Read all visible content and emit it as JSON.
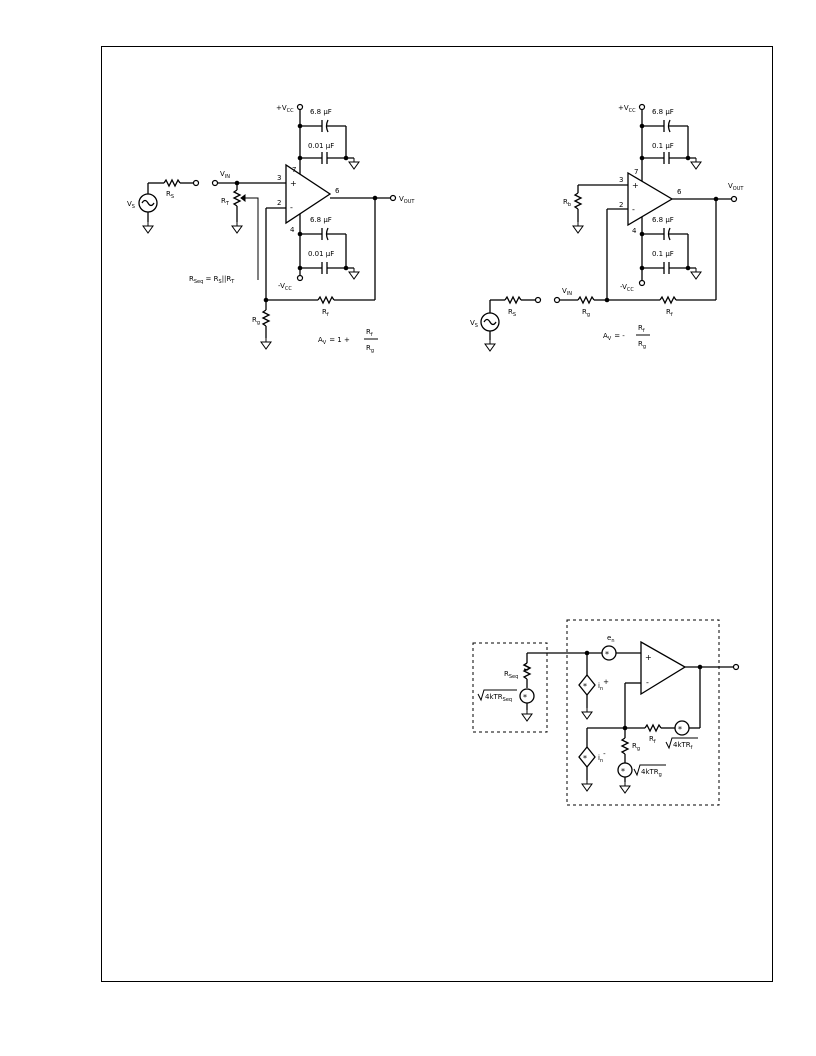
{
  "fig1": {
    "vcc_pos": "+V",
    "vcc_pos_sub": "CC",
    "vcc_neg": "-V",
    "vcc_neg_sub": "CC",
    "cap_top_large": "6.8 μF",
    "cap_top_small": "0.01 μF",
    "cap_bot_large": "6.8 μF",
    "cap_bot_small": "0.01 μF",
    "pin_vplus": "7",
    "pin_in_plus": "3",
    "pin_in_minus": "2",
    "pin_out": "6",
    "pin_vminus": "4",
    "plus_sign": "+",
    "minus_sign": "-",
    "vin": "V",
    "vin_sub": "IN",
    "vs": "V",
    "vs_sub": "S",
    "rs": "R",
    "rs_sub": "S",
    "rt": "R",
    "rt_sub": "T",
    "rseq_label": "R",
    "rseq_sub": "Seq",
    "rseq_eq": " = R",
    "rseq_eq_sub1": "S",
    "rseq_par": "||R",
    "rseq_eq_sub2": "T",
    "vout": "V",
    "vout_sub": "OUT",
    "rf": "R",
    "rf_sub": "f",
    "rg": "R",
    "rg_sub": "g",
    "gain_lhs": "A",
    "gain_lhs_sub": "V",
    "gain_eq": "= 1 +",
    "gain_num": "R",
    "gain_num_sub": "f",
    "gain_den": "R",
    "gain_den_sub": "g"
  },
  "fig2": {
    "vcc_pos": "+V",
    "vcc_pos_sub": "CC",
    "vcc_neg": "-V",
    "vcc_neg_sub": "CC",
    "cap_top_large": "6.8 μF",
    "cap_top_small": "0.1 μF",
    "cap_bot_large": "6.8 μF",
    "cap_bot_small": "0.1 μF",
    "pin_vplus": "7",
    "pin_in_plus": "3",
    "pin_in_minus": "2",
    "pin_out": "6",
    "pin_vminus": "4",
    "plus_sign": "+",
    "minus_sign": "-",
    "rb": "R",
    "rb_sub": "b",
    "vout": "V",
    "vout_sub": "OUT",
    "vin": "V",
    "vin_sub": "IN",
    "vs": "V",
    "vs_sub": "S",
    "rs": "R",
    "rs_sub": "S",
    "rg": "R",
    "rg_sub": "g",
    "rf": "R",
    "rf_sub": "f",
    "gain_lhs": "A",
    "gain_lhs_sub": "V",
    "gain_eq": "= -",
    "gain_num": "R",
    "gain_num_sub": "f",
    "gain_den": "R",
    "gain_den_sub": "g"
  },
  "fig3": {
    "en": "e",
    "en_sub": "n",
    "rseq": "R",
    "rseq_sub": "Seq",
    "sqrt_seq": "4kTR",
    "sqrt_seq_sub": "Seq",
    "in_plus": "i",
    "in_plus_sub": "n",
    "in_plus_sup": "+",
    "in_minus": "i",
    "in_minus_sub": "n",
    "in_minus_sup": "-",
    "rf": "R",
    "rf_sub": "f",
    "sqrt_rf": "4kTR",
    "sqrt_rf_sub": "f",
    "rg": "R",
    "rg_sub": "g",
    "sqrt_rg": "4kTR",
    "sqrt_rg_sub": "g",
    "plus_sign": "+",
    "minus_sign": "-",
    "star": "*"
  }
}
